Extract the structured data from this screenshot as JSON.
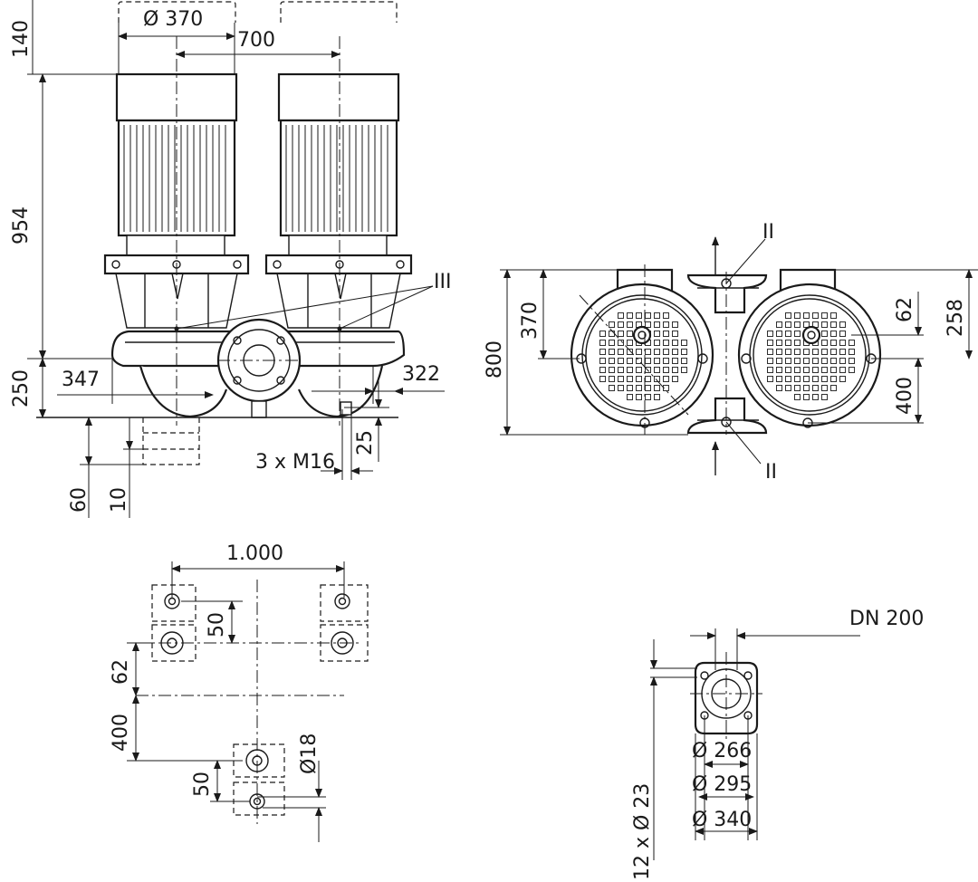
{
  "front_view": {
    "dia_motor": "Ø 370",
    "motor_spacing": "700",
    "top_clearance": "140",
    "motor_height": "954",
    "base_height": "250",
    "offset_left": "347",
    "offset_right": "322",
    "foot_60": "60",
    "foot_10": "10",
    "bolt_thread": "3 x M16",
    "bolt_25": "25",
    "callout_iii": "III"
  },
  "top_view": {
    "overall_800": "800",
    "dim_370": "370",
    "dim_62": "62",
    "dim_400": "400",
    "dim_258": "258",
    "callout_ii_top": "II",
    "callout_ii_bottom": "II"
  },
  "foundation_plan": {
    "width": "1.000",
    "dim_50_top": "50",
    "dim_62": "62",
    "dim_400": "400",
    "dim_50_bottom": "50",
    "dia_hole": "Ø18"
  },
  "flange_detail": {
    "nominal": "DN 200",
    "dia_266": "Ø 266",
    "dia_295": "Ø 295",
    "dia_340": "Ø 340",
    "holes": "12 x Ø 23"
  }
}
